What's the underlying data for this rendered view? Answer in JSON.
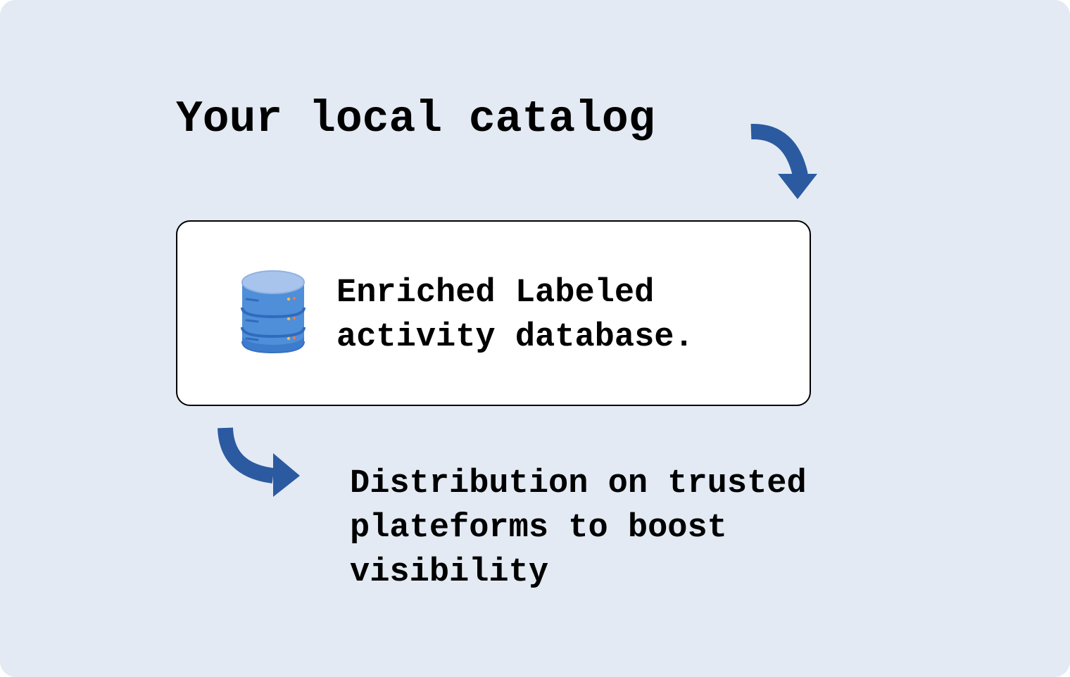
{
  "heading": "Your local catalog",
  "database": {
    "icon": "database-icon",
    "label": "Enriched Labeled\nactivity database."
  },
  "distribution": {
    "label": "Distribution on trusted\nplateforms to boost\nvisibility"
  },
  "colors": {
    "background": "#e3eaf3",
    "arrow": "#2b5aa0",
    "db_top": "#a9c4ec",
    "db_body": "#4f8ed8",
    "db_stripe": "#2f6bbd"
  },
  "arrows": [
    "curved-arrow-down-icon",
    "curved-arrow-right-icon"
  ]
}
